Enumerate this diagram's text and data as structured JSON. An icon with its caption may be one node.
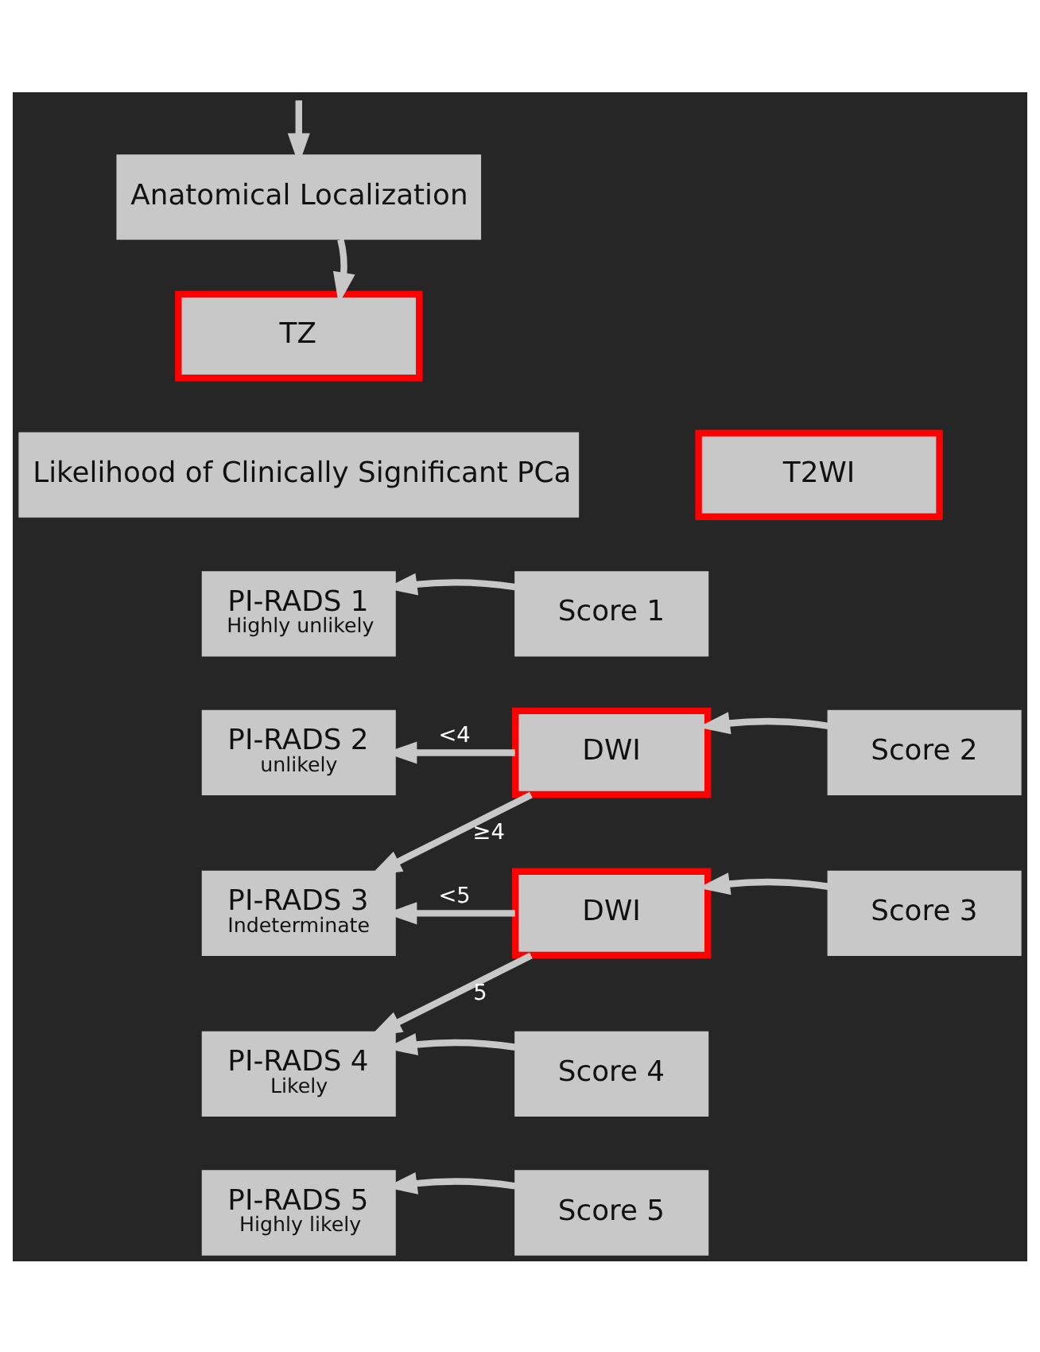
{
  "diagram": {
    "nodes": [
      {
        "text": [
          "Anatomical Localization"
        ]
      },
      {
        "text": [
          "TZ"
        ]
      },
      {
        "text": [
          "Likelihood of Clinically Significant PCa"
        ]
      },
      {
        "text": [
          "T2WI"
        ]
      },
      {
        "text": [
          "PI-RADS 1",
          "Highly unlikely"
        ]
      },
      {
        "text": [
          "Score 1"
        ]
      },
      {
        "text": [
          "PI-RADS 2",
          "unlikely"
        ]
      },
      {
        "text": [
          "DWI"
        ]
      },
      {
        "text": [
          "Score 2"
        ]
      },
      {
        "text": [
          "PI-RADS 3",
          "Indeterminate"
        ]
      },
      {
        "text": [
          "DWI"
        ]
      },
      {
        "text": [
          "Score 3"
        ]
      },
      {
        "text": [
          "PI-RADS 4",
          "Likely"
        ]
      },
      {
        "text": [
          "Score 4"
        ]
      },
      {
        "text": [
          "PI-RADS 5",
          "Highly likely"
        ]
      },
      {
        "text": [
          "Score 5"
        ]
      }
    ],
    "edges": [
      {
        "from": null,
        "to": 0,
        "arrow": "to"
      },
      {
        "from": 0,
        "to": 1,
        "arrow": "to"
      },
      {
        "from": 5,
        "to": 4,
        "arrow": "to"
      },
      {
        "from": 8,
        "to": 7,
        "arrow": "to"
      },
      {
        "from": 7,
        "to": 6,
        "arrow": "to",
        "label": "<4"
      },
      {
        "from": 7,
        "to": 9,
        "arrow": "to",
        "label": "≥4"
      },
      {
        "from": 11,
        "to": 10,
        "arrow": "to"
      },
      {
        "from": 10,
        "to": 9,
        "arrow": "to",
        "label": "<5"
      },
      {
        "from": 10,
        "to": 12,
        "arrow": "to",
        "label": "5"
      },
      {
        "from": 13,
        "to": 12,
        "arrow": "to"
      },
      {
        "from": 15,
        "to": 14,
        "arrow": "to"
      }
    ]
  }
}
